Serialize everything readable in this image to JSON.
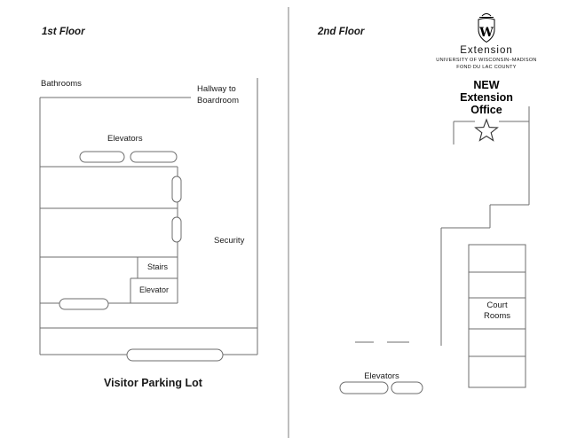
{
  "colors": {
    "background": "#ffffff",
    "wall_line": "#6e6e6e",
    "text": "#1a1a1a",
    "logo": "#000000"
  },
  "first_floor": {
    "title": "1st Floor",
    "bathrooms_label": "Bathrooms",
    "hallway_label": "Hallway to\nBoardroom",
    "elevators_label": "Elevators",
    "security_label": "Security",
    "stairs_label": "Stairs",
    "elevator_label": "Elevator",
    "parking_label": "Visitor Parking Lot"
  },
  "second_floor": {
    "title": "2nd Floor",
    "logo": {
      "monogram": "W",
      "name": "Extension",
      "university_line": "UNIVERSITY OF WISCONSIN–MADISON",
      "county_line": "FOND DU LAC COUNTY"
    },
    "new_office_label": "NEW\nExtension\nOffice",
    "court_rooms_label": "Court\nRooms",
    "elevators_label": "Elevators"
  }
}
